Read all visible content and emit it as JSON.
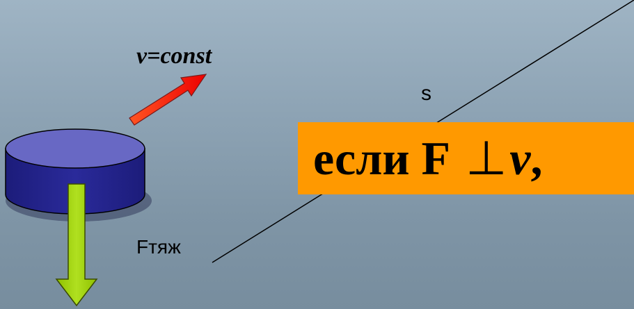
{
  "labels": {
    "velocity": "v=const",
    "displacement": "s",
    "gravity_force": "Fтяж"
  },
  "condition": {
    "prefix": "если F",
    "perp_symbol": "⊥",
    "variable": "v",
    "suffix": ","
  },
  "colors": {
    "background": "#8ea4b5",
    "puck_top": "#6666c0",
    "puck_side": "#26268f",
    "velocity_arrow": "#ff2200",
    "gravity_arrow": "#99cc00",
    "condition_box": "#ff9900"
  }
}
